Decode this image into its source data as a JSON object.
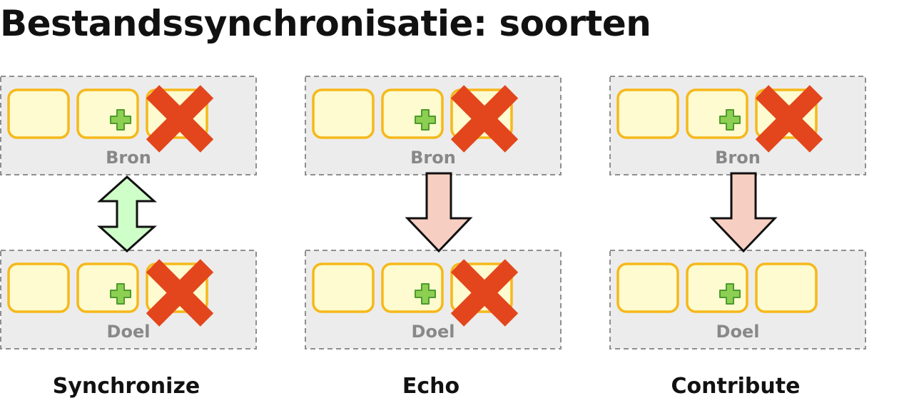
{
  "title": "Bestandssynchronisatie: soorten",
  "panel_labels": {
    "source": "Bron",
    "target": "Doel"
  },
  "columns": [
    {
      "mode": "Synchronize",
      "direction": "bidirectional",
      "source_files": [
        "plain",
        "added",
        "deleted"
      ],
      "target_files": [
        "plain",
        "added",
        "deleted"
      ]
    },
    {
      "mode": "Echo",
      "direction": "source-to-target",
      "source_files": [
        "plain",
        "added",
        "deleted"
      ],
      "target_files": [
        "plain",
        "added",
        "deleted"
      ]
    },
    {
      "mode": "Contribute",
      "direction": "source-to-target",
      "source_files": [
        "plain",
        "added",
        "deleted"
      ],
      "target_files": [
        "plain",
        "added",
        "plain"
      ]
    }
  ],
  "colors": {
    "file_fill": "#fdfbcf",
    "file_border": "#f6b81a",
    "plus_icon": "#8ccf52",
    "cross_icon": "#e3461c",
    "sync_arrow": "#cfffc9",
    "one_way_arrow": "#f7cfc2"
  },
  "icons": {
    "added": "plus-icon",
    "deleted": "cross-icon"
  }
}
